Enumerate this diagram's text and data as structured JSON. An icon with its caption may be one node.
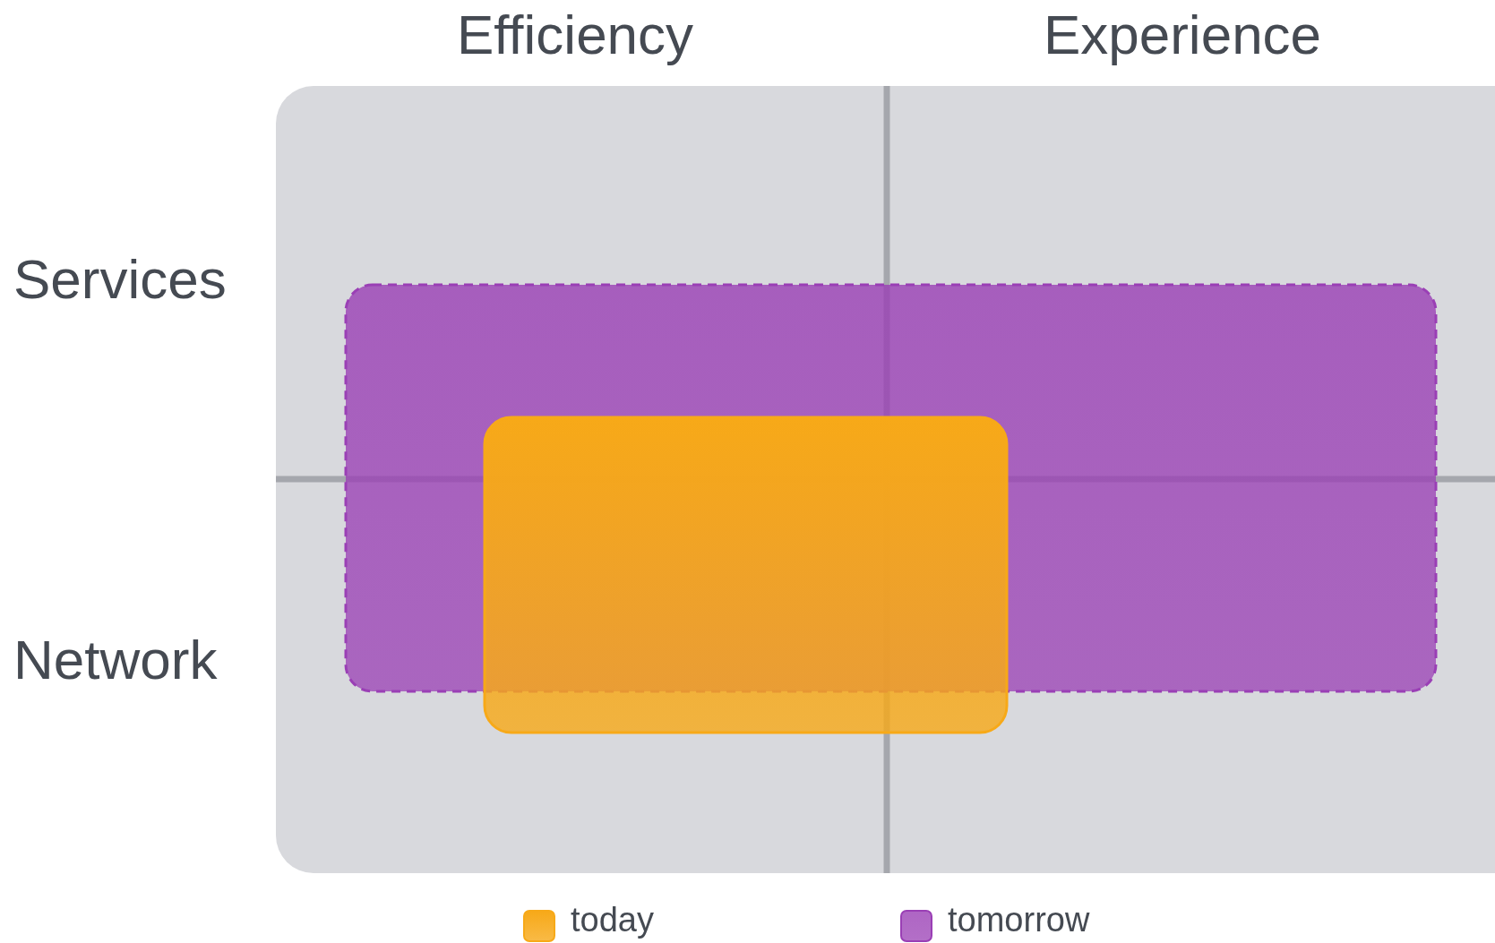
{
  "diagram": {
    "nodes": [
      {
        "text": [],
        "shape": "box"
      },
      {
        "text": [],
        "shape": "box",
        "in": 0
      },
      {
        "text": [],
        "shape": "box",
        "in": 0
      }
    ],
    "labels": [
      "Efficiency",
      "Experience",
      "Services",
      "Network"
    ],
    "legend": [
      {
        "text": "today",
        "color": "#f7a918"
      },
      {
        "text": "tomorrow",
        "color": "#9a3fb5"
      }
    ]
  }
}
